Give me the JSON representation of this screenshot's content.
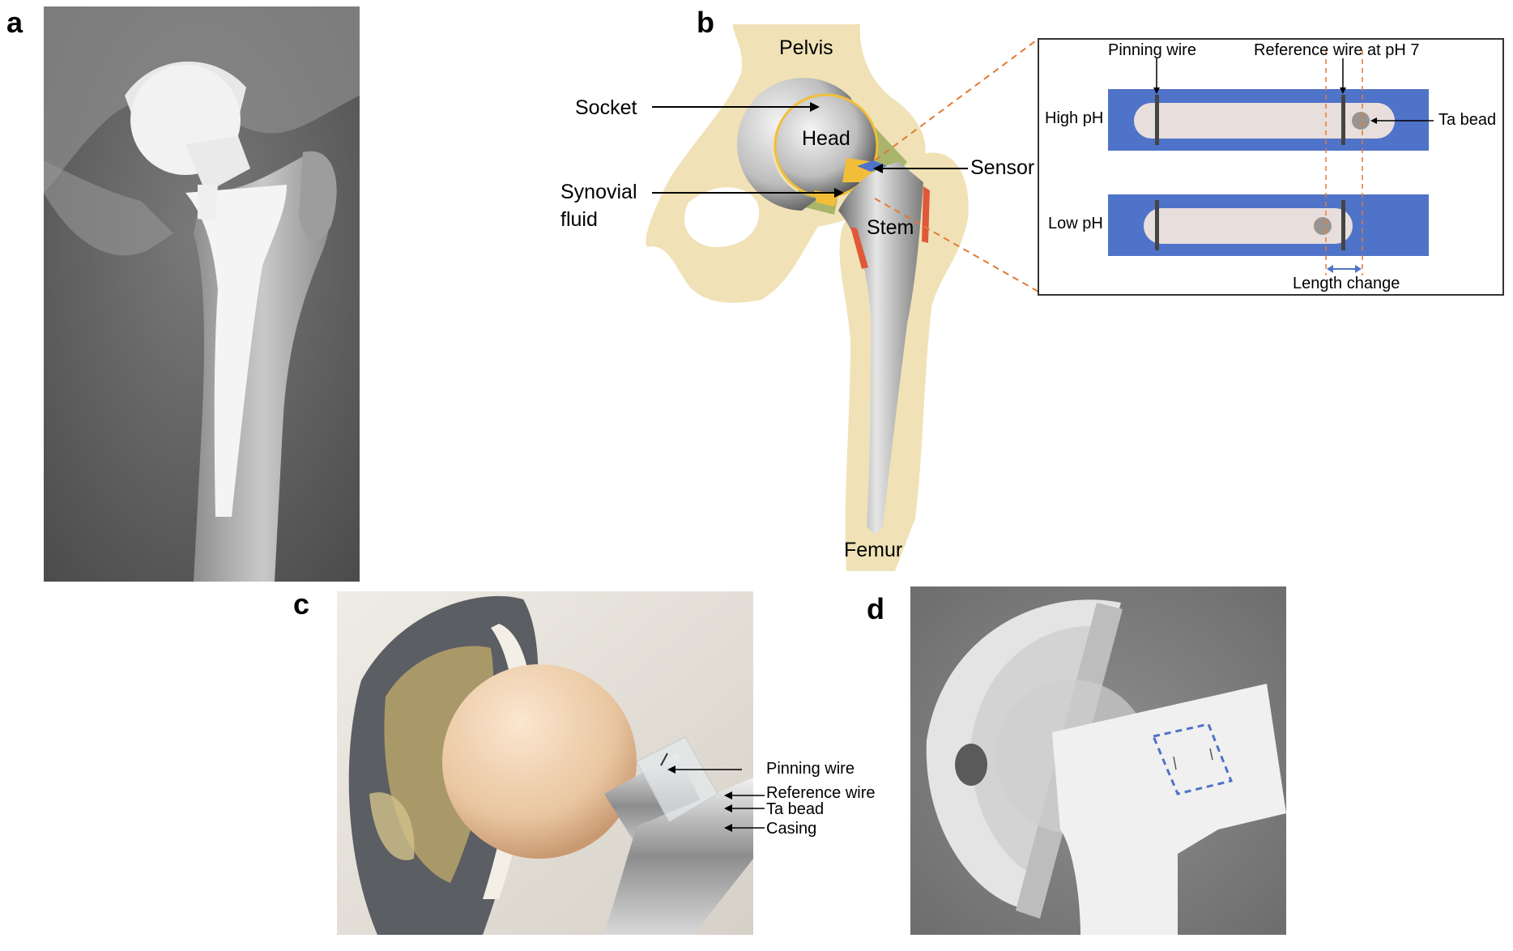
{
  "panels": {
    "a": {
      "letter": "a"
    },
    "b": {
      "letter": "b",
      "labels": {
        "pelvis": "Pelvis",
        "socket": "Socket",
        "head": "Head",
        "synovial_line1": "Synovial",
        "synovial_line2": "fluid",
        "sensor": "Sensor",
        "stem": "Stem",
        "femur": "Femur"
      },
      "inset": {
        "pinning_wire": "Pinning wire",
        "reference_wire": "Reference wire at pH 7",
        "high_ph": "High pH",
        "low_ph": "Low pH",
        "ta_bead": "Ta bead",
        "length_change": "Length change"
      }
    },
    "c": {
      "letter": "c",
      "labels": {
        "pinning_wire": "Pinning wire",
        "reference_wire": "Reference wire",
        "ta_bead": "Ta bead",
        "casing": "Casing"
      }
    },
    "d": {
      "letter": "d"
    }
  },
  "colors": {
    "bone": "#f0e2b6",
    "sensor_blue": "#4f73c8",
    "sensor_body": "#e8dfdc",
    "wire": "#444444",
    "bead": "#9a9490",
    "guide_orange": "#e07a35",
    "synovial_yellow": "#f2be3a",
    "cartilage_green": "#a9b56a",
    "cement_red": "#e0583a"
  }
}
